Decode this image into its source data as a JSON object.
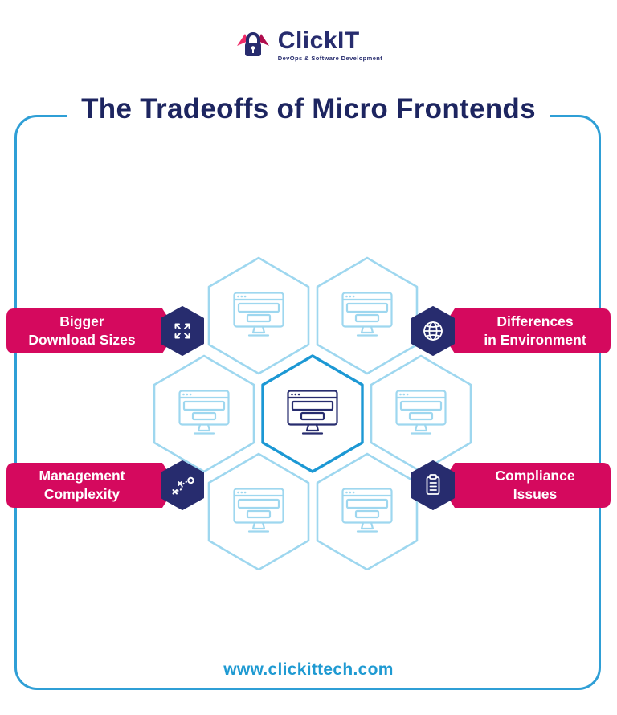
{
  "logo": {
    "brand": "ClickIT",
    "tagline": "DevOps & Software Development"
  },
  "title": "The Tradeoffs of Micro Frontends",
  "footer": {
    "website": "www.clickittech.com"
  },
  "colors": {
    "crimson": "#d5095e",
    "navy": "#272c6e",
    "blue": "#2f9fd6",
    "light_blue": "#9ed7ef"
  },
  "tradeoffs": [
    {
      "label_line1": "Bigger",
      "label_line2": "Download Sizes",
      "icon": "expand-arrows-icon",
      "side": "left"
    },
    {
      "label_line1": "Differences",
      "label_line2": "in Environment",
      "icon": "globe-icon",
      "side": "right"
    },
    {
      "label_line1": "Management",
      "label_line2": "Complexity",
      "icon": "strategy-path-icon",
      "side": "left"
    },
    {
      "label_line1": "Compliance",
      "label_line2": "Issues",
      "icon": "clipboard-icon",
      "side": "right"
    }
  ],
  "hexagons": {
    "count": 7,
    "icon": "monitor"
  }
}
